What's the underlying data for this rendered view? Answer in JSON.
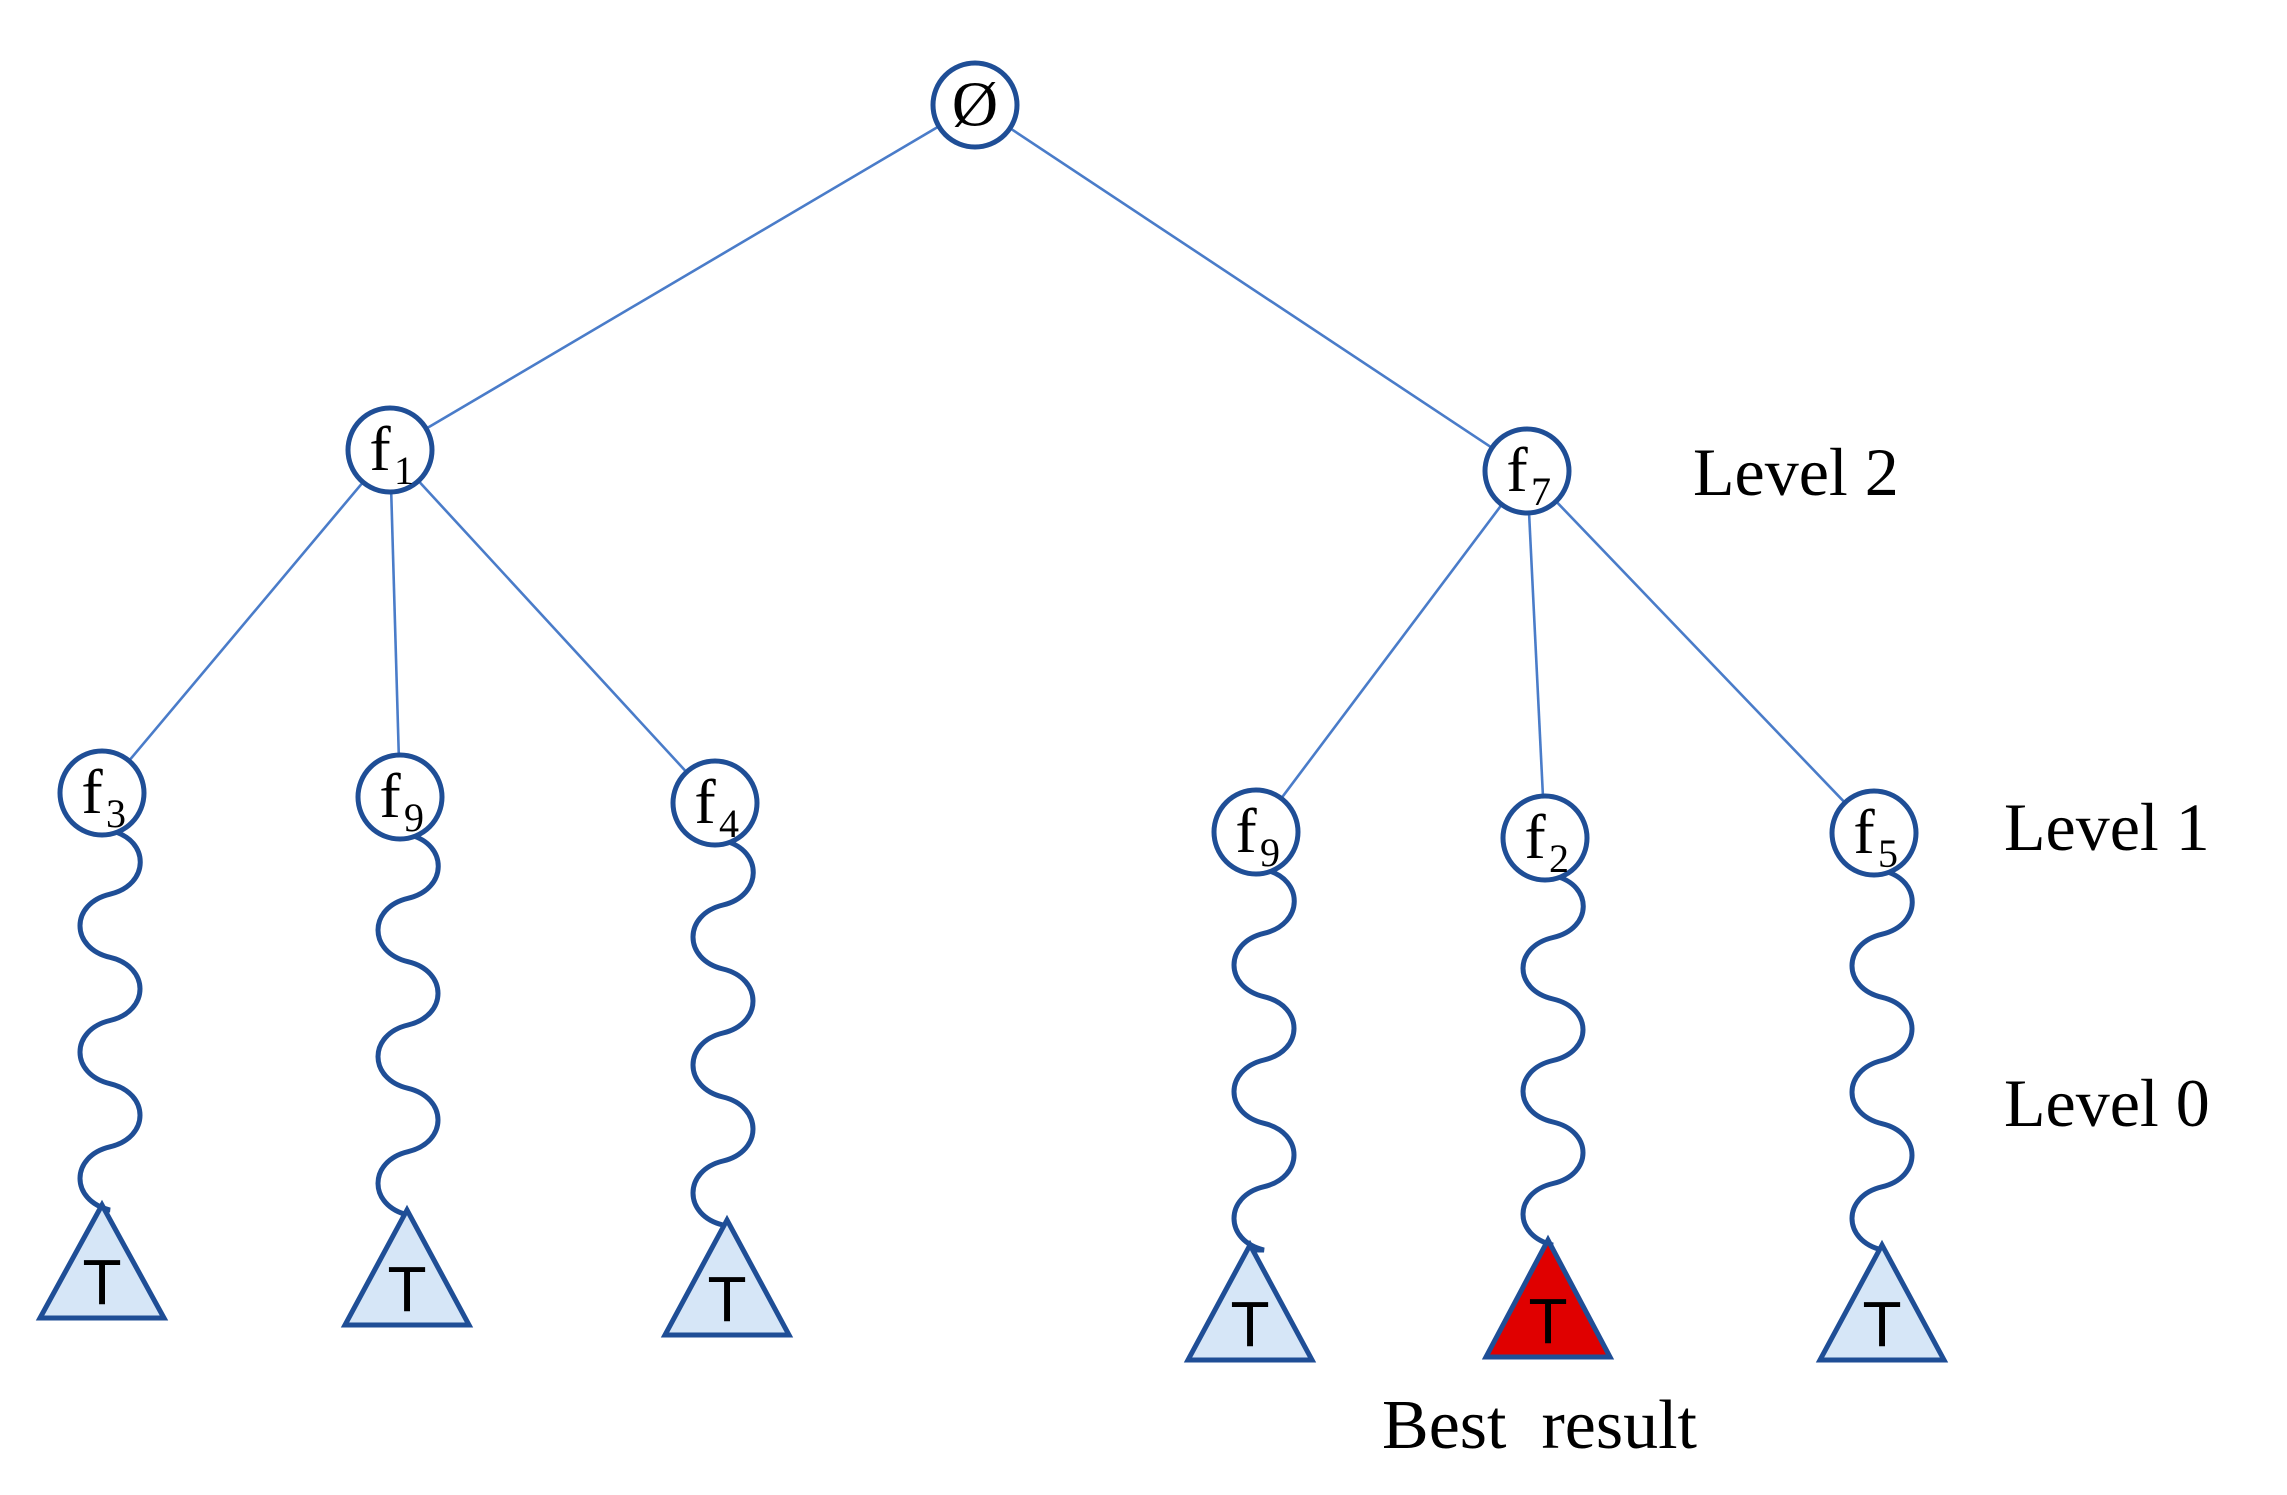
{
  "diagram": {
    "root": {
      "label": "Ø",
      "sub": ""
    },
    "level2_nodes": [
      {
        "label": "f",
        "sub": "1"
      },
      {
        "label": "f",
        "sub": "7"
      }
    ],
    "level1_nodes": [
      {
        "label": "f",
        "sub": "3"
      },
      {
        "label": "f",
        "sub": "9"
      },
      {
        "label": "f",
        "sub": "4"
      },
      {
        "label": "f",
        "sub": "9"
      },
      {
        "label": "f",
        "sub": "2"
      },
      {
        "label": "f",
        "sub": "5"
      }
    ],
    "terminals": [
      {
        "label": "T",
        "highlight": false
      },
      {
        "label": "T",
        "highlight": false
      },
      {
        "label": "T",
        "highlight": false
      },
      {
        "label": "T",
        "highlight": false
      },
      {
        "label": "T",
        "highlight": true
      },
      {
        "label": "T",
        "highlight": false
      }
    ],
    "levels": [
      "Level 2",
      "Level 1",
      "Level 0"
    ],
    "caption": "Best  result",
    "colors": {
      "edge": "#4a7cc9",
      "node_stroke": "#1f4e96",
      "terminal_fill": "#d6e6f7",
      "highlight_fill": "#e00000"
    }
  }
}
